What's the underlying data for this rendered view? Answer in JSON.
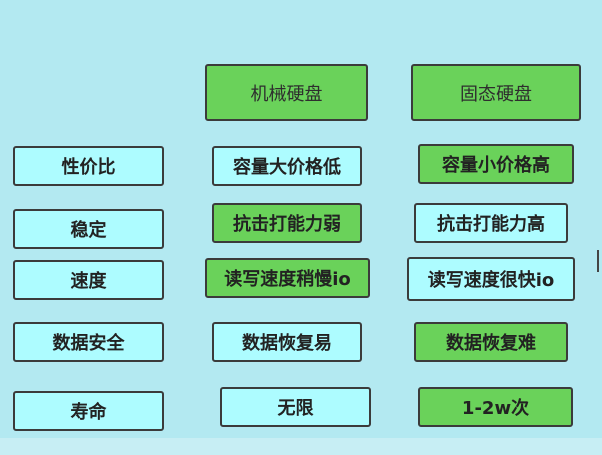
{
  "columns": {
    "hdd": "机械硬盘",
    "ssd": "固态硬盘"
  },
  "rows": [
    {
      "label": "性价比",
      "hdd": "容量大价格低",
      "ssd": "容量小价格高"
    },
    {
      "label": "稳定",
      "hdd": "抗击打能力弱",
      "ssd": "抗击打能力高"
    },
    {
      "label": "速度",
      "hdd": "读写速度稍慢io",
      "ssd": "读写速度很快io"
    },
    {
      "label": "数据安全",
      "hdd": "数据恢复易",
      "ssd": "数据恢复难"
    },
    {
      "label": "寿命",
      "hdd": "无限",
      "ssd": "1-2w次"
    }
  ],
  "colors": {
    "background": "#b3e9f1",
    "cyan_box": "#adfcff",
    "green_box": "#6ad25a",
    "border": "#3b3b3b"
  }
}
